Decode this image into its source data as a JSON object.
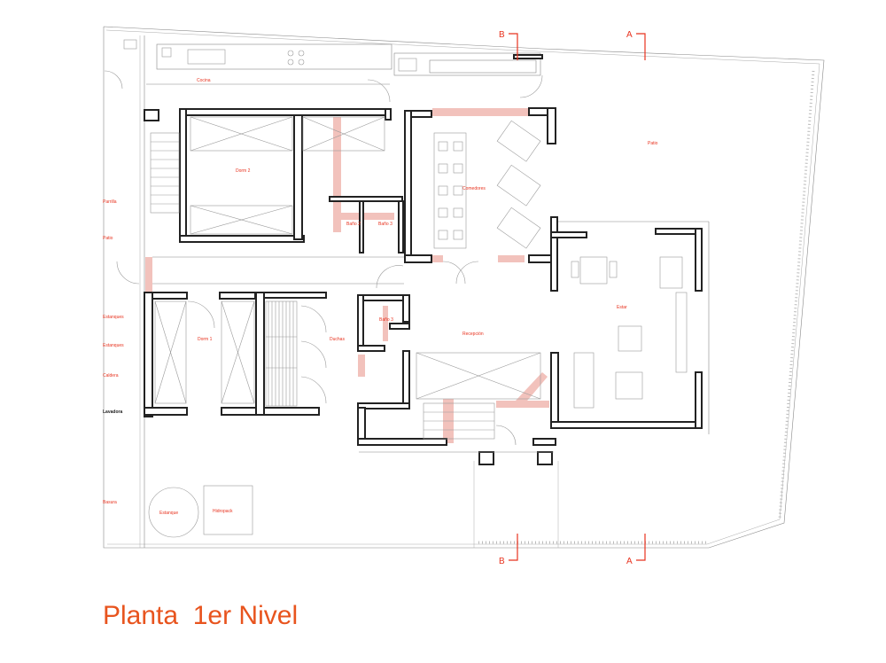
{
  "title": "Planta  1er Nivel",
  "rooms": {
    "cocina": "Cocina",
    "dorm2": "Dorm 2",
    "bano2": "Baño 2",
    "bano3a": "Baño 3",
    "comedores": "Comedores",
    "patio_main": "Patio",
    "parrilla": "Parrilla",
    "patio_left": "Patio",
    "estanques1": "Estanques",
    "estanques2": "Estanques",
    "caldera": "Caldera",
    "lavadora": "Lavadora",
    "basura": "Basura",
    "estanque": "Estanque",
    "hidropack": "Hidropack",
    "dorm1": "Dorm 1",
    "duchas": "Duchas",
    "bano3b": "Baño 3",
    "recepcion": "Recepción",
    "estar": "Estar"
  },
  "sections": {
    "b_top": "B",
    "a_top": "A",
    "b_bottom": "B",
    "a_bottom": "A"
  },
  "colors": {
    "accent": "#e8331f",
    "title": "#e8541e",
    "highlight": "#f2c2bc"
  }
}
